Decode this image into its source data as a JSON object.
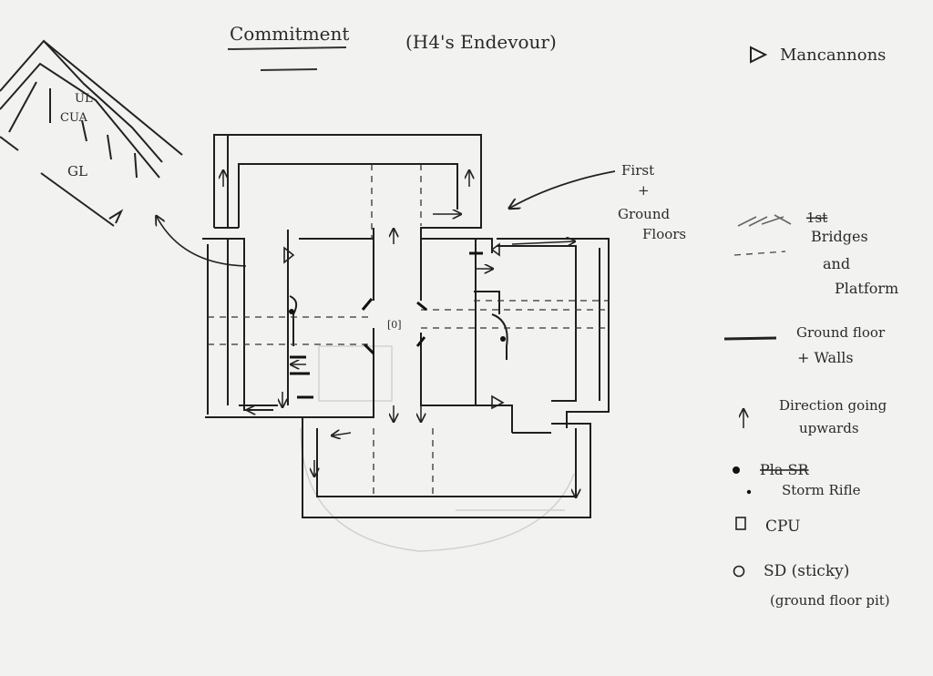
{
  "title": "Commitment",
  "subtitle": "(H4's Endevour)",
  "side_view": {
    "labels": [
      "UL",
      "CUA",
      "GL"
    ]
  },
  "annotation": [
    "First",
    "+",
    "Ground",
    "Floors"
  ],
  "legend": {
    "mancannons": "Mancannons",
    "bridges": [
      "Bridges",
      "and",
      "Platform"
    ],
    "bridges_struck": "1st",
    "ground": [
      "Ground floor",
      "+ Walls"
    ],
    "direction": [
      "Direction going",
      "upwards"
    ],
    "sr_struck": "Pla SR",
    "storm": "Storm Rifle",
    "cpu": "CPU",
    "sd": "SD (sticky)",
    "sd_note": "(ground floor pit)"
  },
  "map": {
    "cpu_mark": "[0]"
  }
}
